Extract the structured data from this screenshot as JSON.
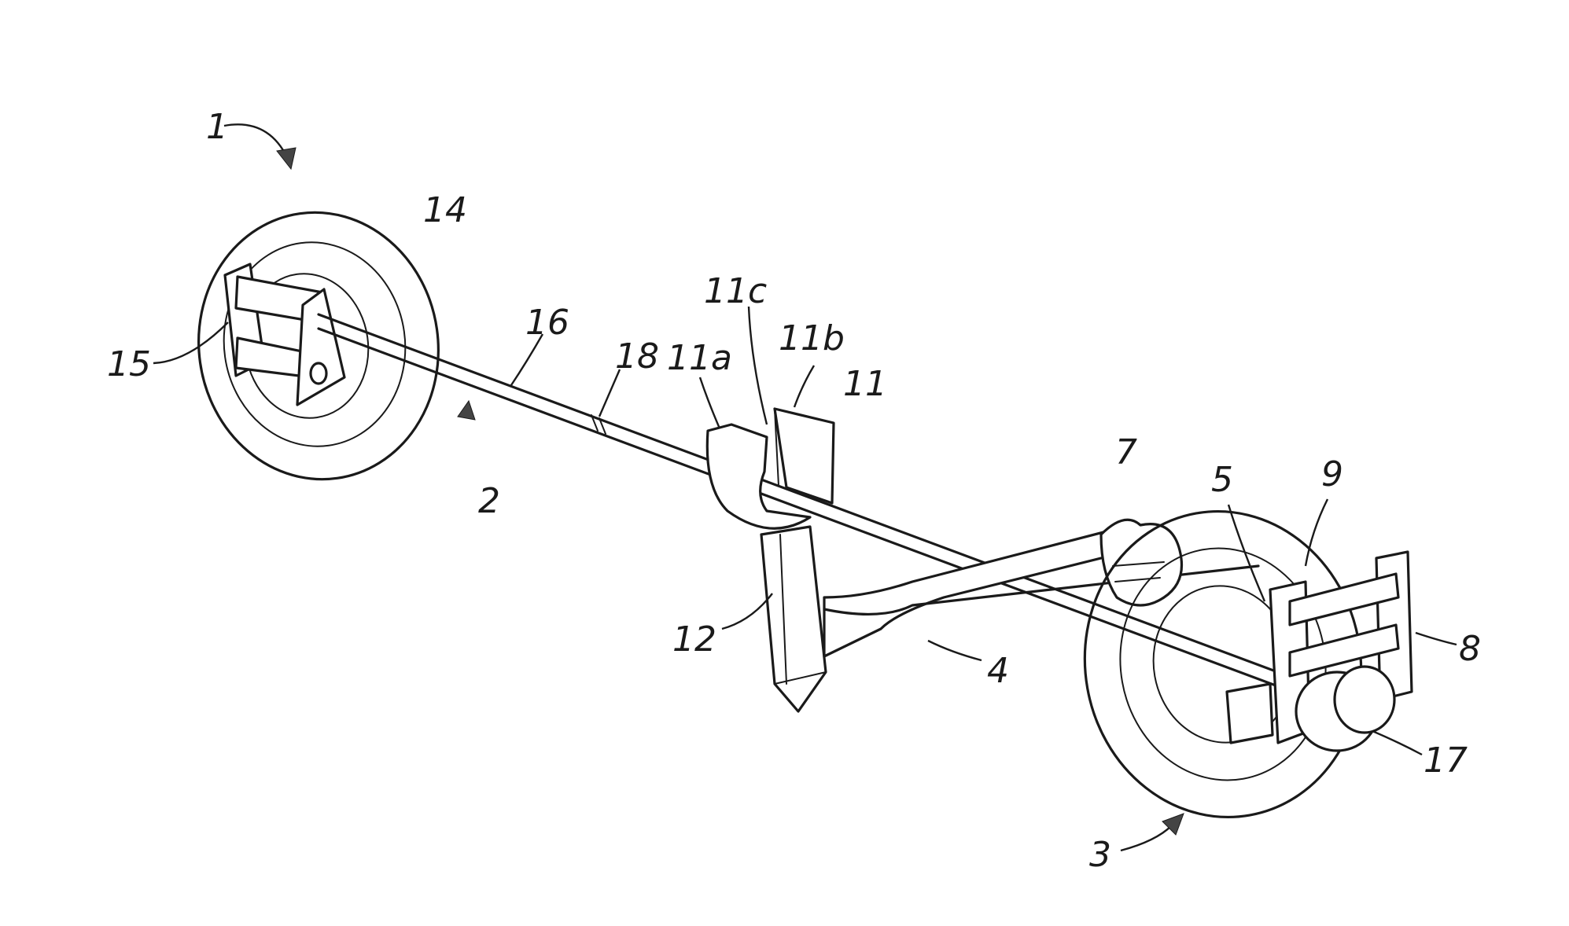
{
  "labels": {
    "l1": "1",
    "l2": "2",
    "l3": "3",
    "l4": "4",
    "l5": "5",
    "l7": "7",
    "l8": "8",
    "l9": "9",
    "l11": "11",
    "l11a": "11a",
    "l11b": "11b",
    "l11c": "11c",
    "l12": "12",
    "l14": "14",
    "l15": "15",
    "l16": "16",
    "l17": "17",
    "l18": "18"
  }
}
